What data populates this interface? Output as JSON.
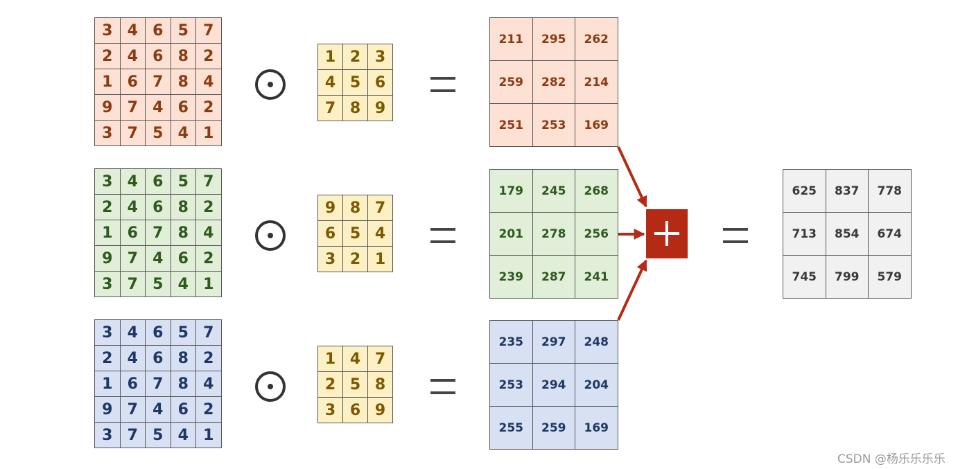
{
  "input_matrix": [
    [
      3,
      4,
      6,
      5,
      7
    ],
    [
      2,
      4,
      6,
      8,
      2
    ],
    [
      1,
      6,
      7,
      8,
      4
    ],
    [
      9,
      7,
      4,
      6,
      2
    ],
    [
      3,
      7,
      5,
      4,
      1
    ]
  ],
  "rows": [
    {
      "theme": "orange",
      "kernel": [
        [
          1,
          2,
          3
        ],
        [
          4,
          5,
          6
        ],
        [
          7,
          8,
          9
        ]
      ],
      "result": [
        [
          211,
          295,
          262
        ],
        [
          259,
          282,
          214
        ],
        [
          251,
          253,
          169
        ]
      ]
    },
    {
      "theme": "green",
      "kernel": [
        [
          9,
          8,
          7
        ],
        [
          6,
          5,
          4
        ],
        [
          3,
          2,
          1
        ]
      ],
      "result": [
        [
          179,
          245,
          268
        ],
        [
          201,
          278,
          256
        ],
        [
          239,
          287,
          241
        ]
      ]
    },
    {
      "theme": "blue",
      "kernel": [
        [
          1,
          4,
          7
        ],
        [
          2,
          5,
          8
        ],
        [
          3,
          6,
          9
        ]
      ],
      "result": [
        [
          235,
          297,
          248
        ],
        [
          253,
          294,
          204
        ],
        [
          255,
          259,
          169
        ]
      ]
    }
  ],
  "sum_result": [
    [
      625,
      837,
      778
    ],
    [
      713,
      854,
      674
    ],
    [
      745,
      799,
      579
    ]
  ],
  "colors": {
    "orange_fill": "#fce1d4",
    "green_fill": "#e1eed8",
    "blue_fill": "#d8e1f3",
    "kernel_fill": "#fdf0c4",
    "sum_fill": "#f1f1f1",
    "accent_red": "#b52a14"
  },
  "icons": {
    "elementwise_product": "circled-dot-operator",
    "add": "plus-box",
    "equals": "equals-sign"
  },
  "watermark": "CSDN @杨乐乐乐乐"
}
